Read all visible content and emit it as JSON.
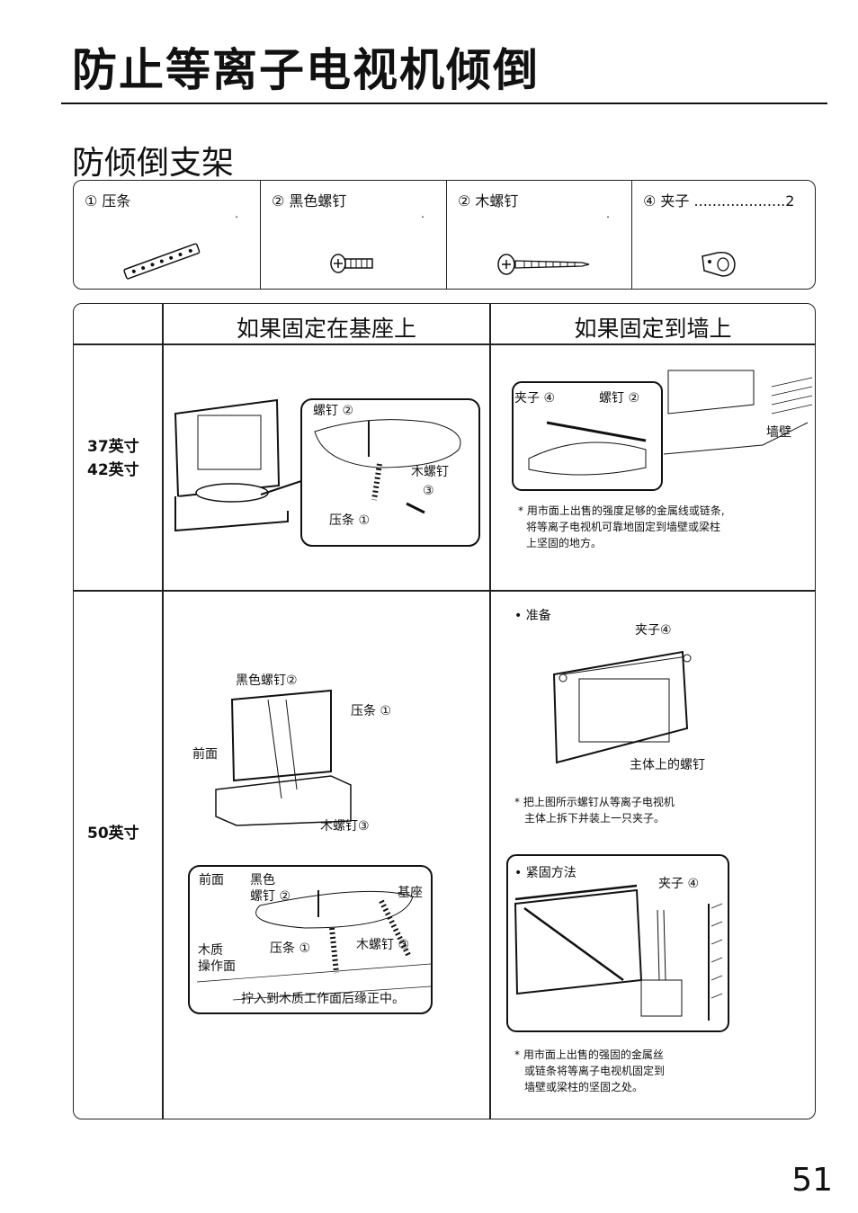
{
  "title": "防止等离子电视机倾倒",
  "subtitle": "防倾倒支架",
  "parts": [
    {
      "label": "① 压条",
      "dot": "."
    },
    {
      "label": "② 黑色螺钉",
      "dot": "."
    },
    {
      "label": "② 木螺钉",
      "dot": "."
    },
    {
      "label": "④ 夹子 ....................2",
      "dot": ""
    }
  ],
  "headers": {
    "base": "如果固定在基座上",
    "wall": "如果固定到墙上"
  },
  "sizes": {
    "row1": "37英寸\n42英寸",
    "row2": "50英寸"
  },
  "row1_base": {
    "screw": "螺钉 ②",
    "wood_screw": "木螺钉",
    "num3": "③",
    "strip": "压条 ①"
  },
  "row1_wall": {
    "clip": "夹子 ④",
    "screw": "螺钉 ②",
    "wall": "墙壁",
    "note": [
      "* 用市面上出售的强度足够的金属线或链条,",
      "将等离子电视机可靠地固定到墙壁或梁柱",
      "上坚固的地方。"
    ]
  },
  "row2_base": {
    "black_screw": "黑色螺钉②",
    "strip": "压条 ①",
    "front": "前面",
    "wood_screw": "木螺钉③",
    "inset_front": "前面",
    "inset_black": "黑色",
    "inset_screw": "螺钉 ②",
    "inset_base": "基座",
    "inset_wood1": "木质",
    "inset_wood2": "操作面",
    "inset_strip": "压条 ①",
    "inset_wood_screw": "木螺钉 ③",
    "inset_note": "拧入到木质工作面后缘正中。"
  },
  "row2_wall": {
    "prep": "• 准备",
    "clip": "夹子④",
    "body_screw": "主体上的螺钉",
    "prep_note": [
      "* 把上图所示螺钉从等离子电视机",
      "主体上拆下并装上一只夹子。"
    ],
    "fix": "• 紧固方法",
    "fix_clip": "夹子 ④",
    "fix_note": [
      "* 用市面上出售的强固的金属丝",
      "或链条将等离子电视机固定到",
      "墙壁或梁柱的坚固之处。"
    ]
  },
  "page_number": "51"
}
